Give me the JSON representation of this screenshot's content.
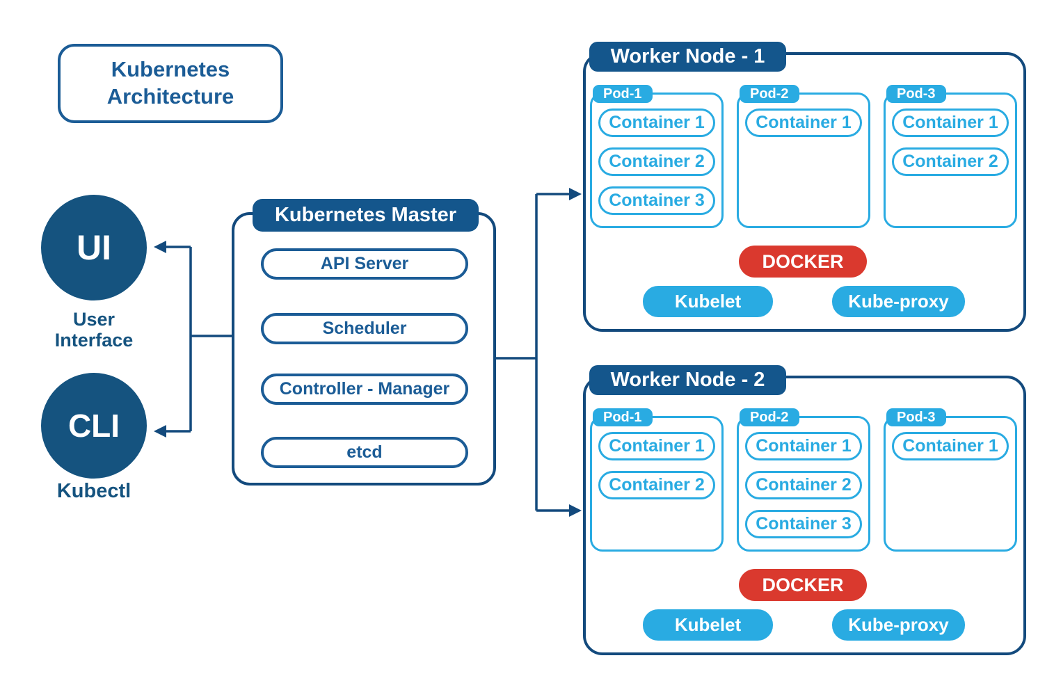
{
  "title": "Kubernetes Architecture",
  "colors": {
    "dark_blue_fill": "#14568c",
    "dark_blue_border": "#134a7d",
    "dark_blue_text": "#1b5c96",
    "circle_fill": "#15537f",
    "light_blue": "#29abe2",
    "red": "#da392e",
    "background": "#ffffff"
  },
  "clients": {
    "ui": {
      "label": "UI",
      "caption": "User\nInterface"
    },
    "cli": {
      "label": "CLI",
      "caption": "Kubectl"
    }
  },
  "master": {
    "title": "Kubernetes Master",
    "components": [
      "API Server",
      "Scheduler",
      "Controller - Manager",
      "etcd"
    ]
  },
  "workers": [
    {
      "title": "Worker Node - 1",
      "pods": [
        {
          "name": "Pod-1",
          "containers": [
            "Container 1",
            "Container 2",
            "Container 3"
          ]
        },
        {
          "name": "Pod-2",
          "containers": [
            "Container 1"
          ]
        },
        {
          "name": "Pod-3",
          "containers": [
            "Container 1",
            "Container 2"
          ]
        }
      ],
      "runtime": "DOCKER",
      "agents": [
        "Kubelet",
        "Kube-proxy"
      ]
    },
    {
      "title": "Worker Node - 2",
      "pods": [
        {
          "name": "Pod-1",
          "containers": [
            "Container 1",
            "Container 2"
          ]
        },
        {
          "name": "Pod-2",
          "containers": [
            "Container 1",
            "Container 2",
            "Container 3"
          ]
        },
        {
          "name": "Pod-3",
          "containers": [
            "Container 1"
          ]
        }
      ],
      "runtime": "DOCKER",
      "agents": [
        "Kubelet",
        "Kube-proxy"
      ]
    }
  ]
}
